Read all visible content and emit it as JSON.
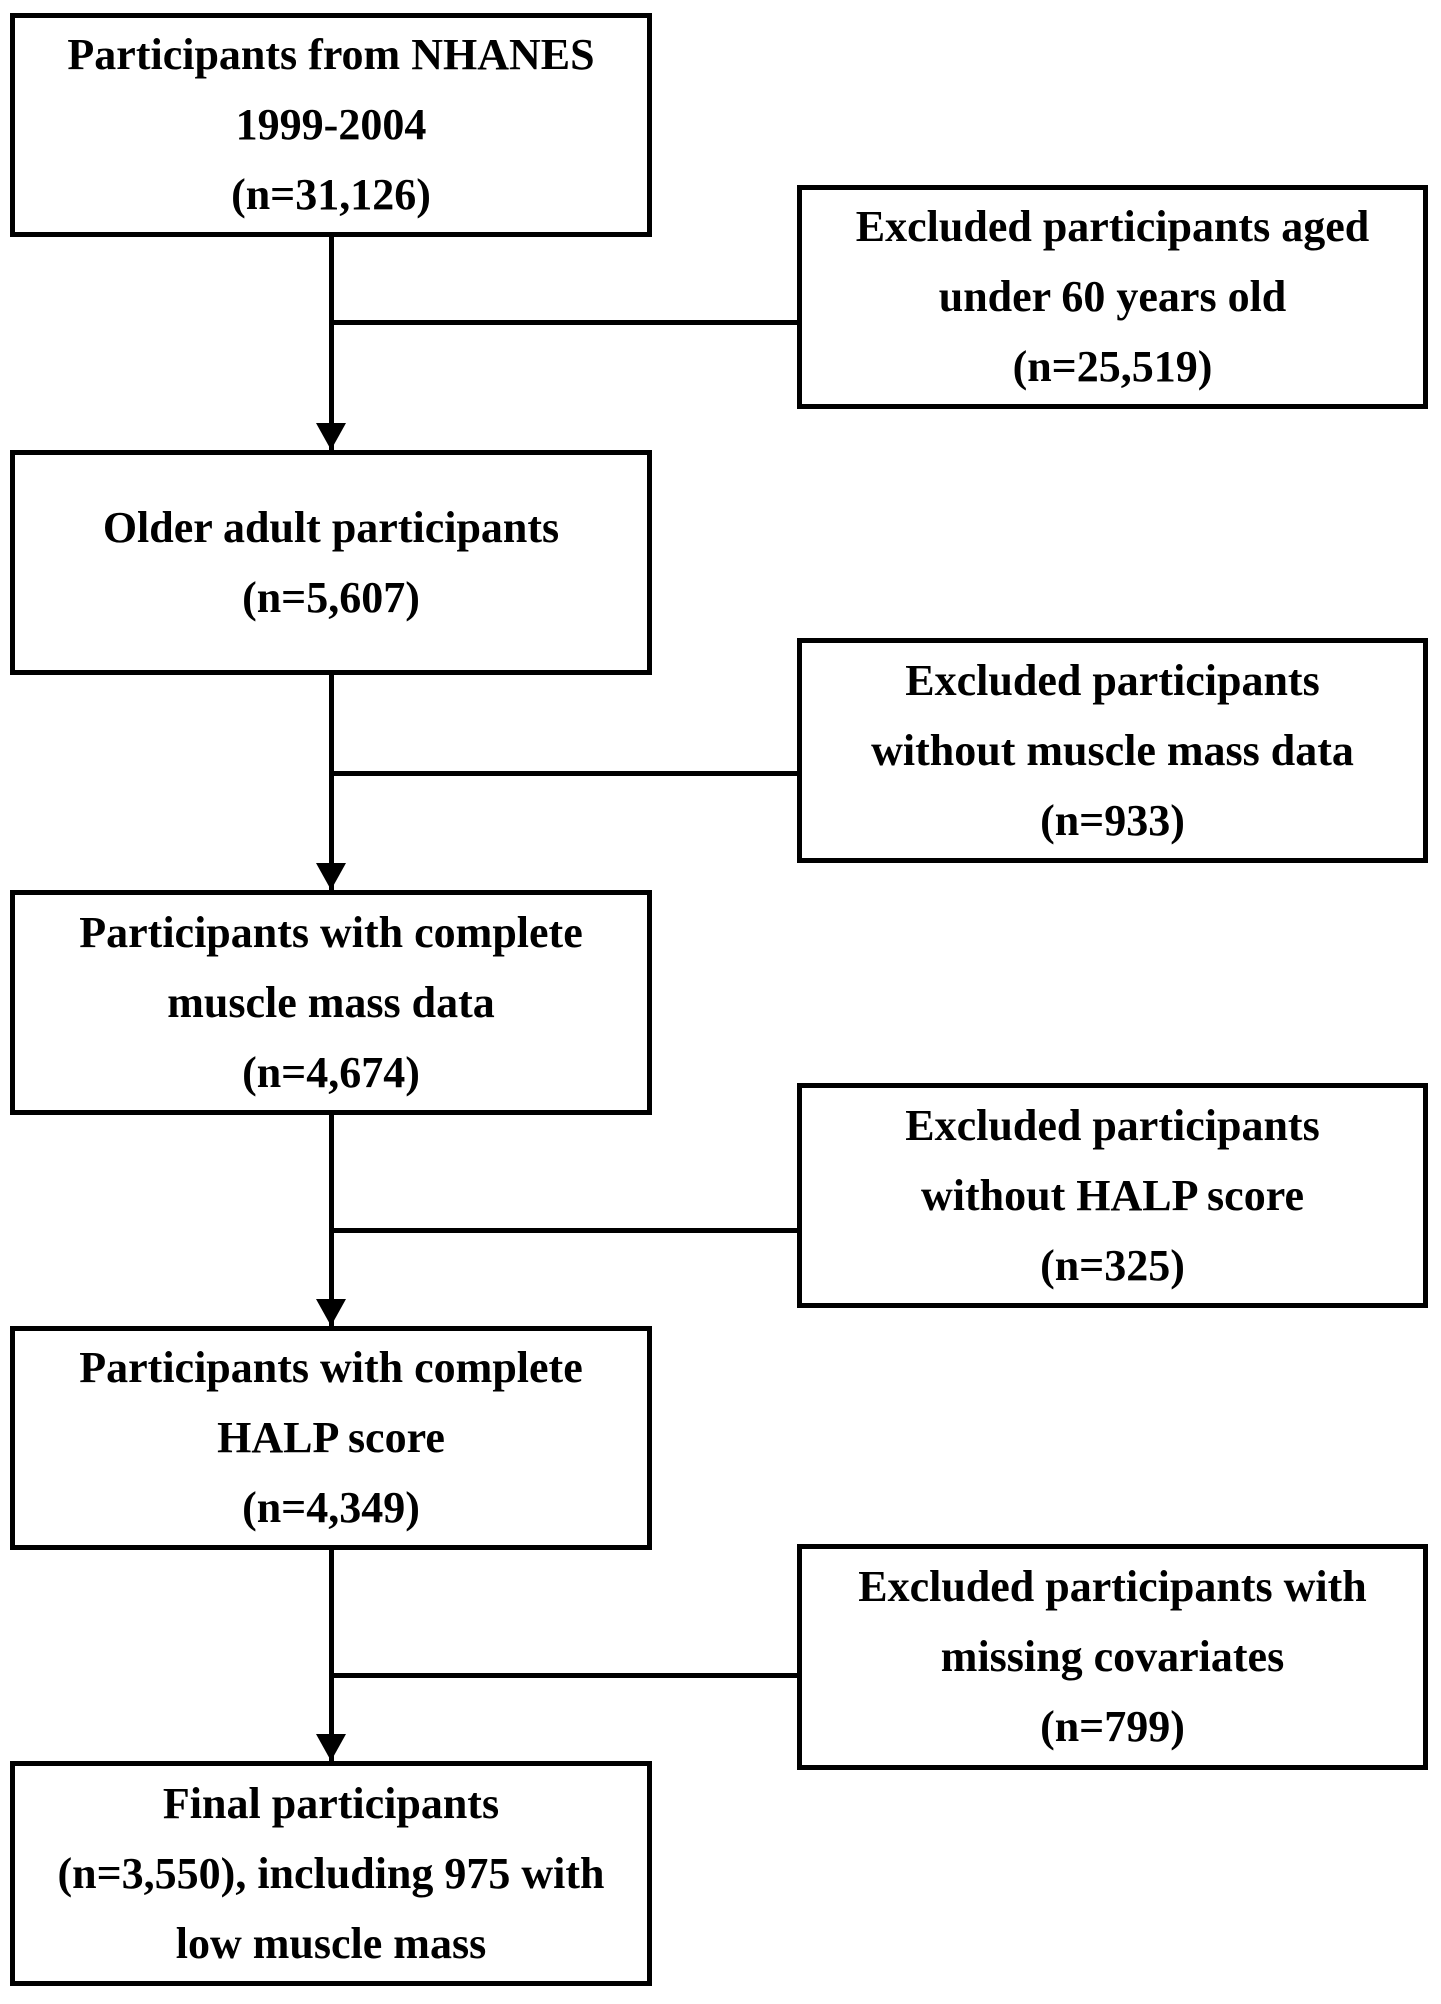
{
  "figure": {
    "type": "participant-flow-diagram",
    "colors": {
      "line": "#000000",
      "text": "#000000",
      "background": "#ffffff"
    },
    "main_boxes": [
      {
        "id": "nhanes-source",
        "lines": [
          "Participants from NHANES",
          "1999-2004",
          "(n=31,126)"
        ]
      },
      {
        "id": "older-adults",
        "lines": [
          "Older adult participants",
          "(n=5,607)"
        ]
      },
      {
        "id": "complete-muscle-mass",
        "lines": [
          "Participants with complete",
          "muscle mass data",
          "(n=4,674)"
        ]
      },
      {
        "id": "complete-halp",
        "lines": [
          "Participants with complete",
          "HALP score",
          "(n=4,349)"
        ]
      },
      {
        "id": "final-participants",
        "lines": [
          "Final participants",
          "(n=3,550), including 975 with",
          "low muscle mass"
        ]
      }
    ],
    "exclusion_boxes": [
      {
        "id": "excluded-under-60",
        "lines": [
          "Excluded participants aged",
          "under 60 years old",
          "(n=25,519)"
        ]
      },
      {
        "id": "excluded-no-muscle-data",
        "lines": [
          "Excluded participants",
          "without muscle mass data",
          "(n=933)"
        ]
      },
      {
        "id": "excluded-no-halp",
        "lines": [
          "Excluded participants",
          "without HALP score",
          "(n=325)"
        ]
      },
      {
        "id": "excluded-missing-covariates",
        "lines": [
          "Excluded participants with",
          "missing covariates",
          "(n=799)"
        ]
      }
    ]
  }
}
